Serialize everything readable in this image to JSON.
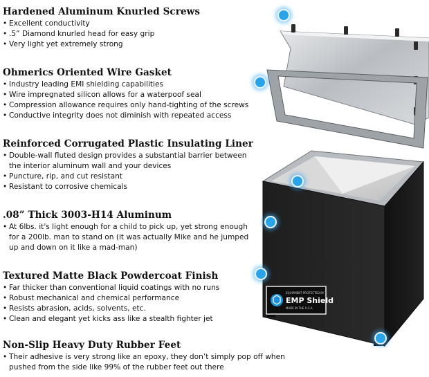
{
  "features": [
    {
      "title": "Hardened Aluminum Knurled Screws",
      "bullets": [
        "Excellent conductivity",
        ".5” Diamond knurled head for easy grip",
        "Very light yet extremely strong"
      ]
    },
    {
      "title": "Ohmerics Oriented Wire Gasket",
      "bullets": [
        "Industry leading EMI shielding capabilities",
        "Wire impregnated silicon allows for a waterpoof seal",
        "Compression allowance requires only hand-tighting of the screws",
        "Conductive integrity does not diminish with repeated access"
      ]
    },
    {
      "title": "Reinforced Corrugated Plastic Insulating Liner",
      "bullets": [
        "Double-wall fluted design provides a substantial barrier between the interior aluminum wall and your devices",
        "Puncture, rip, and cut resistant",
        "Resistant to corrosive chemicals"
      ]
    },
    {
      "title": ".08” Thick 3003-H14 Aluminum",
      "bullets": [
        "At 6lbs. it's light enough for a child to pick up, yet strong enough for a 200lb. man to stand on (it was actually Mike and he jumped up and down on it like a mad-man)"
      ]
    },
    {
      "title": "Textured Matte Black Powdercoat Finish",
      "bullets": [
        "Far thicker than conventional liquid coatings with no runs",
        "Robust mechanical and chemical performance",
        "Resists abrasion, acids, solvents, etc.",
        "Clean and elegant yet kicks ass like a stealth fighter jet"
      ]
    },
    {
      "title": "Non-Slip Heavy Duty Rubber Feet",
      "bullets": [
        "Their adhesive is very strong like an epoxy, they don’t simply pop off when pushed from the side like 99% of the rubber feet out there"
      ]
    }
  ],
  "badge": {
    "top": "EQUIPMENT PROTECTED BY",
    "brand": "EMP Shield",
    "bottom": "MADE IN THE U.S.A."
  },
  "colors": {
    "callout_dot": "#2aa3e8",
    "box_body": "#1b1b1b",
    "aluminum": "#c9ccd0"
  }
}
